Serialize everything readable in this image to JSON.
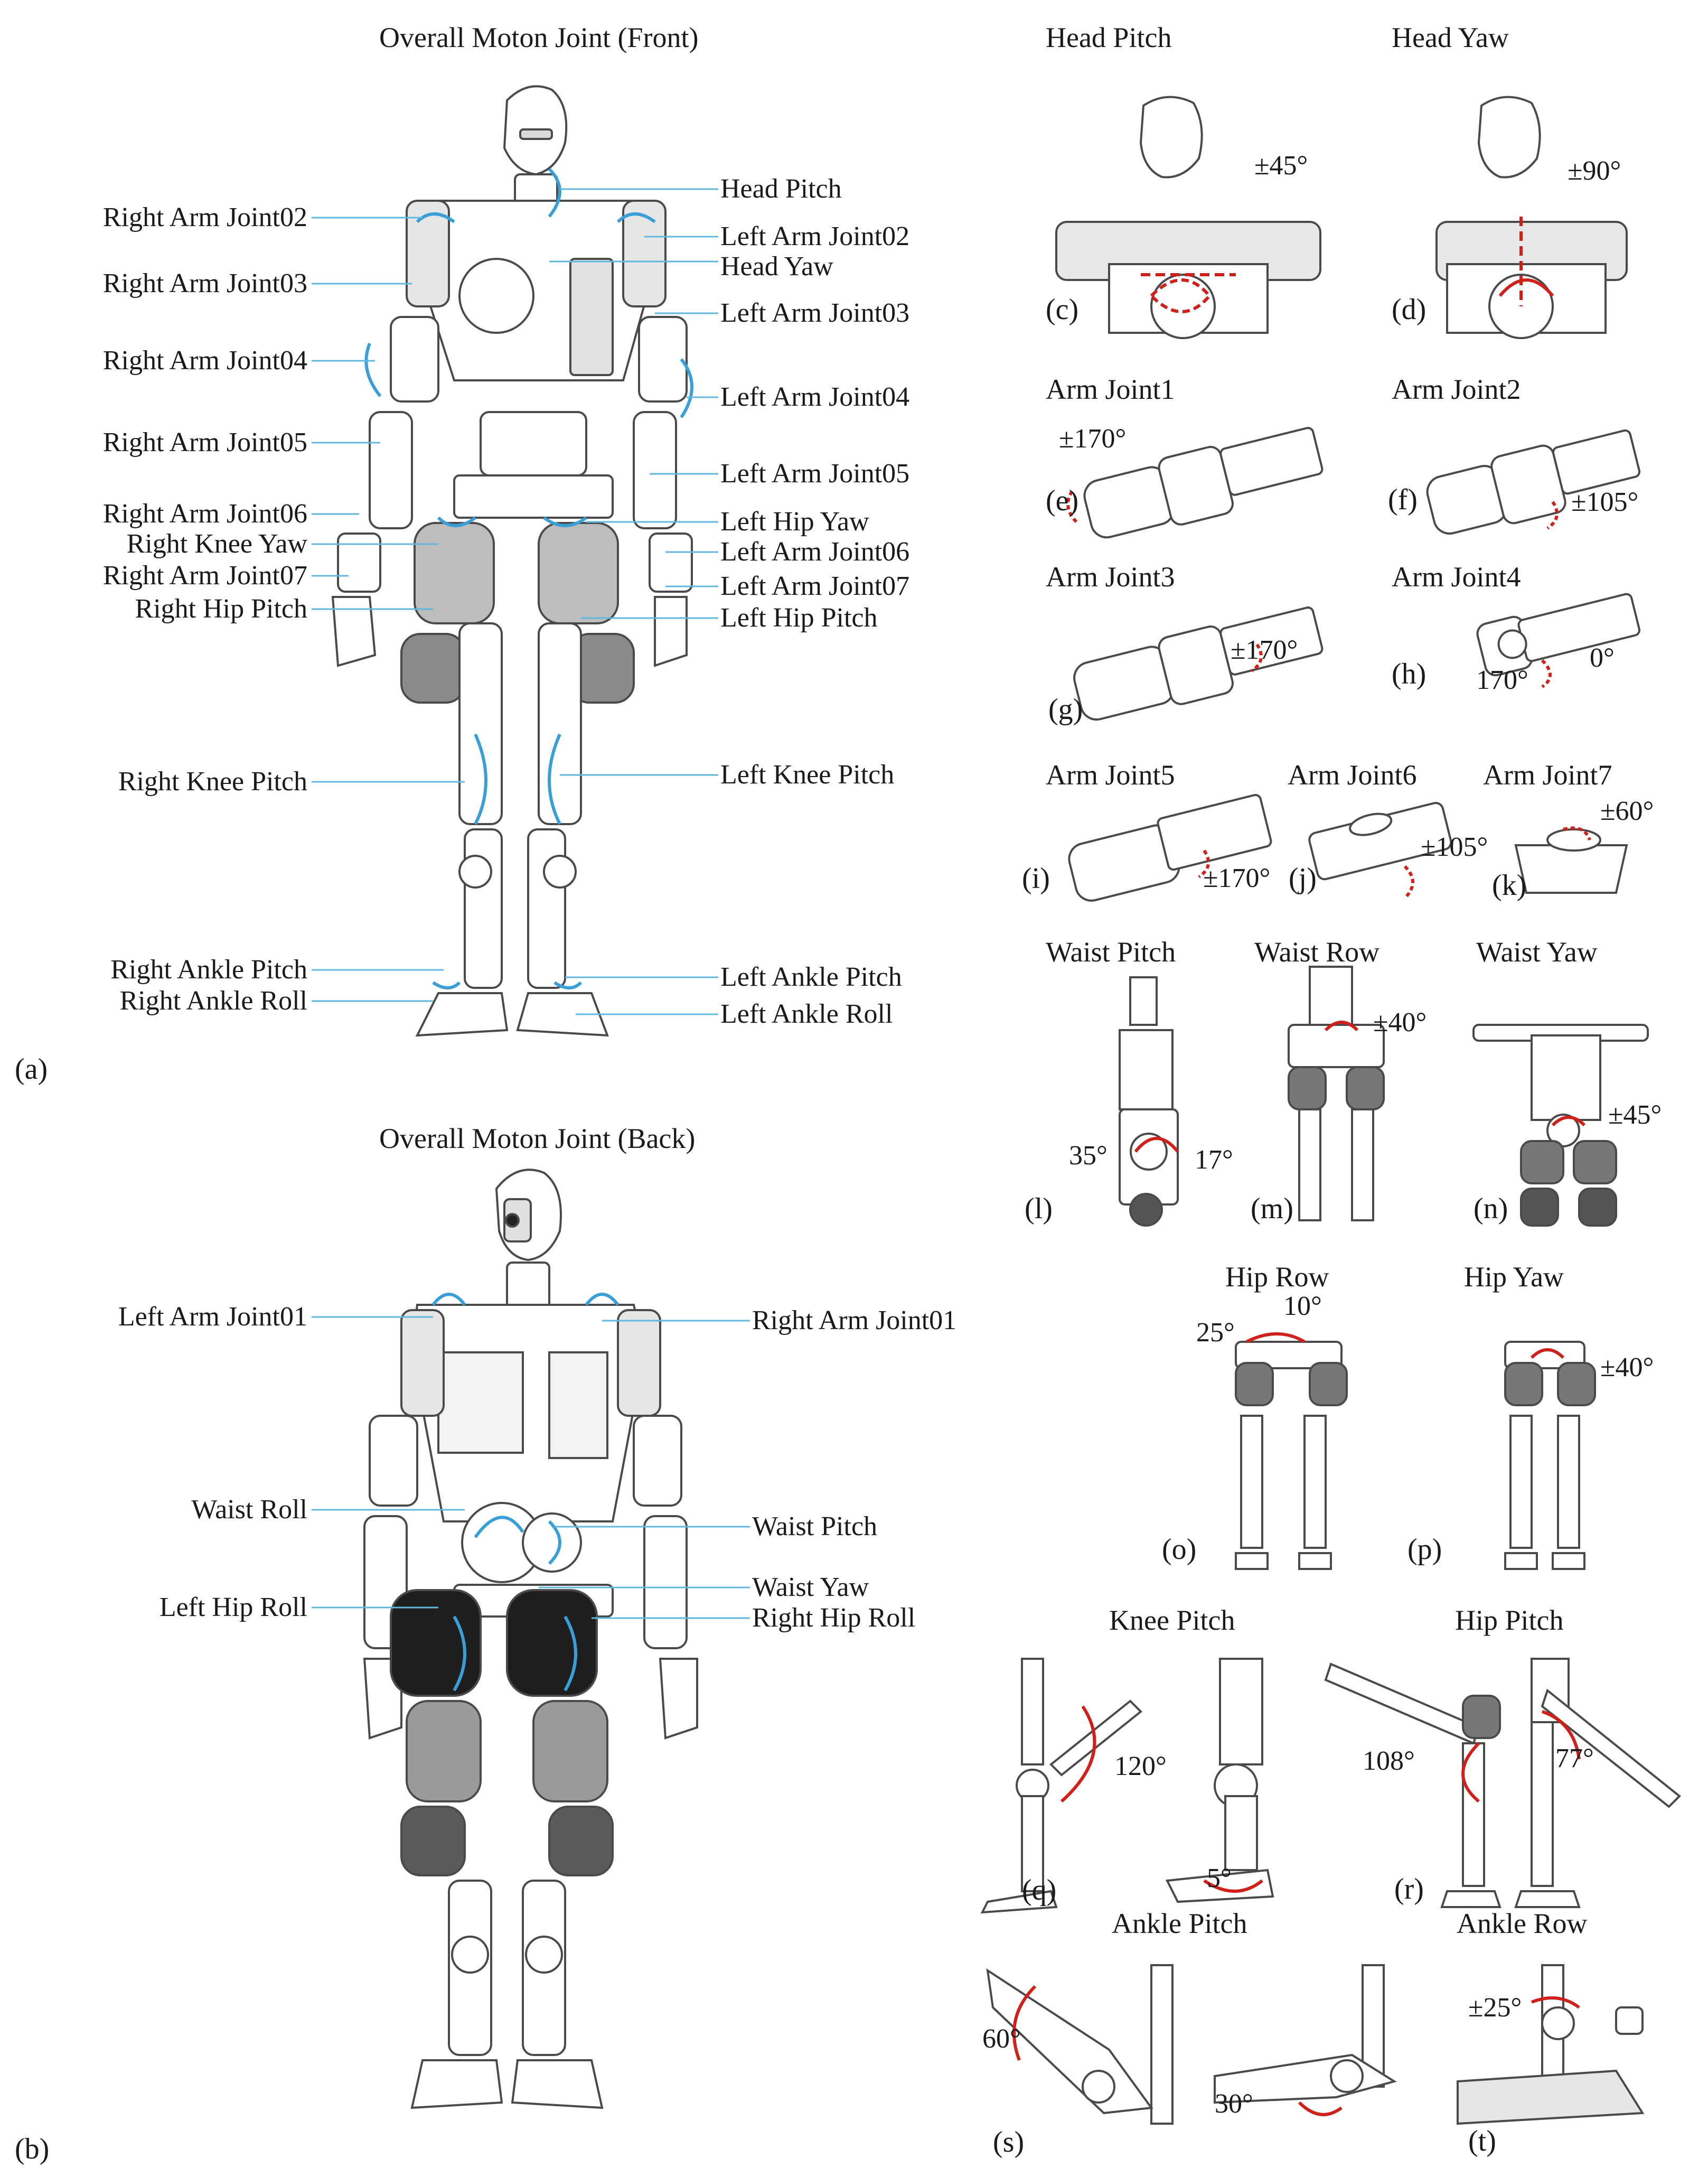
{
  "front": {
    "title": "Overall Moton Joint (Front)",
    "panel": "(a)",
    "left_labels": [
      "Right Arm Joint02",
      "Right Arm Joint03",
      "Right Arm Joint04",
      "Right Arm Joint05",
      "Right Arm Joint06",
      "Right Knee Yaw",
      "Right Arm Joint07",
      "Right Hip Pitch",
      "Right Knee Pitch",
      "Right Ankle Pitch",
      "Right Ankle Roll"
    ],
    "right_labels": [
      "Head Pitch",
      "Left Arm Joint02",
      "Head Yaw",
      "Left Arm Joint03",
      "Left Arm Joint04",
      "Left Arm Joint05",
      "Left Hip Yaw",
      "Left Arm Joint06",
      "Left Arm Joint07",
      "Left Hip Pitch",
      "Left Knee Pitch",
      "Left Ankle Pitch",
      "Left Ankle Roll"
    ]
  },
  "back": {
    "title": "Overall Moton Joint (Back)",
    "panel": "(b)",
    "left_labels": [
      "Left Arm Joint01",
      "Waist Roll",
      "Left Hip Roll"
    ],
    "right_labels": [
      "Right Arm Joint01",
      "Waist Pitch",
      "Waist Yaw",
      "Right Hip Roll"
    ]
  },
  "details": [
    {
      "panel": "(c)",
      "title": "Head Pitch",
      "angles": [
        "±45°"
      ]
    },
    {
      "panel": "(d)",
      "title": "Head Yaw",
      "angles": [
        "±90°"
      ]
    },
    {
      "panel": "(e)",
      "title": "Arm Joint1",
      "angles": [
        "±170°"
      ]
    },
    {
      "panel": "(f)",
      "title": "Arm Joint2",
      "angles": [
        "±105°"
      ]
    },
    {
      "panel": "(g)",
      "title": "Arm Joint3",
      "angles": [
        "±170°"
      ]
    },
    {
      "panel": "(h)",
      "title": "Arm Joint4",
      "angles": [
        "170°",
        "0°"
      ]
    },
    {
      "panel": "(i)",
      "title": "Arm Joint5",
      "angles": [
        "±170°"
      ]
    },
    {
      "panel": "(j)",
      "title": "Arm Joint6",
      "angles": [
        "±105°"
      ]
    },
    {
      "panel": "(k)",
      "title": "Arm Joint7",
      "angles": [
        "±60°"
      ]
    },
    {
      "panel": "(l)",
      "title": "Waist Pitch",
      "angles": [
        "35°",
        "17°"
      ]
    },
    {
      "panel": "(m)",
      "title": "Waist Row",
      "angles": [
        "±40°"
      ]
    },
    {
      "panel": "(n)",
      "title": "Waist Yaw",
      "angles": [
        "±45°"
      ]
    },
    {
      "panel": "(o)",
      "title": "Hip Row",
      "angles": [
        "25°",
        "10°"
      ]
    },
    {
      "panel": "(p)",
      "title": "Hip Yaw",
      "angles": [
        "±40°"
      ]
    },
    {
      "panel": "(q)",
      "title": "Knee Pitch",
      "angles": [
        "120°",
        "5°"
      ]
    },
    {
      "panel": "(r)",
      "title": "Hip Pitch",
      "angles": [
        "108°",
        "77°"
      ]
    },
    {
      "panel": "(s)",
      "title": "Ankle Pitch",
      "angles": [
        "60°",
        "30°"
      ]
    },
    {
      "panel": "(t)",
      "title": "Ankle Row",
      "angles": [
        "±25°"
      ]
    }
  ],
  "colors": {
    "callout": "#5fb8e0",
    "arrow_blue": "#3a9fd6",
    "arrow_red": "#d0201a",
    "line_art": "#4a4a4a"
  }
}
